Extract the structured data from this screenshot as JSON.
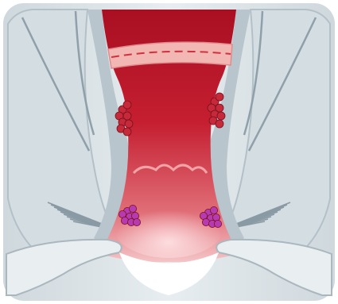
{
  "diagram": {
    "palette": {
      "background": "#ffffff",
      "tissue_light": "#dfe6ea",
      "tissue_mid": "#b9c6cd",
      "tissue_edge": "#8fa0aa",
      "muscle_line": "#7f8f99",
      "lumen_dark": "#a90f22",
      "lumen_mid": "#cf2c3c",
      "lumen_light": "#f1a3a8",
      "band_pink": "#f2b7b3",
      "band_stripe": "#d0303f",
      "internal_cluster": "#c5293a",
      "external_cluster": "#b63ab0",
      "skin_fold": "#e9eef1"
    },
    "features": [
      {
        "name": "internal-hemorrhoid",
        "side": "left",
        "icon": "blood-vessel-cluster"
      },
      {
        "name": "internal-hemorrhoid",
        "side": "right",
        "icon": "blood-vessel-cluster"
      },
      {
        "name": "external-hemorrhoid",
        "side": "left",
        "icon": "thrombosed-vein-cluster"
      },
      {
        "name": "external-hemorrhoid",
        "side": "right",
        "icon": "thrombosed-vein-cluster"
      }
    ]
  }
}
